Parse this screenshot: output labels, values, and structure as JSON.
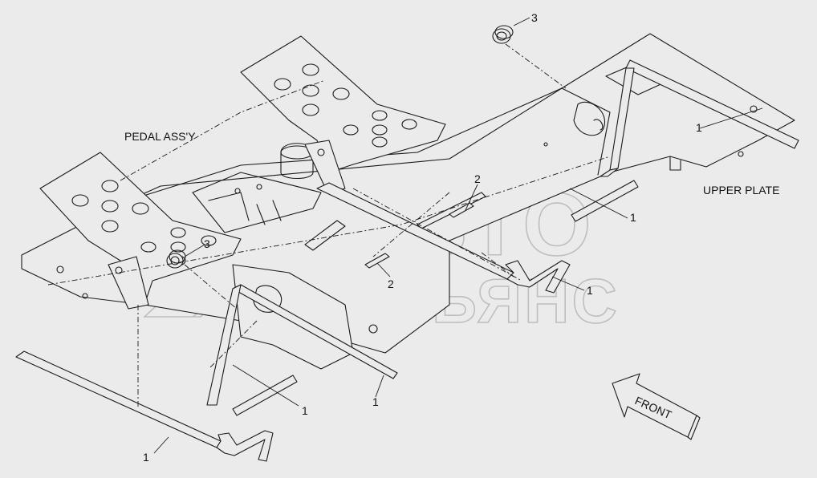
{
  "labels": {
    "pedal_assy": "PEDAL ASS'Y",
    "upper_plate": "UPPER PLATE",
    "front": "FRONT"
  },
  "callouts": [
    "1",
    "1",
    "1",
    "1",
    "1",
    "1",
    "2",
    "2",
    "3",
    "3"
  ],
  "watermark": {
    "line1": "АВТО",
    "line2": "АЛЬЯНС"
  },
  "colors": {
    "background": "#ebebeb",
    "line": "#1a1a1a",
    "watermark": "#9a9a9a"
  }
}
